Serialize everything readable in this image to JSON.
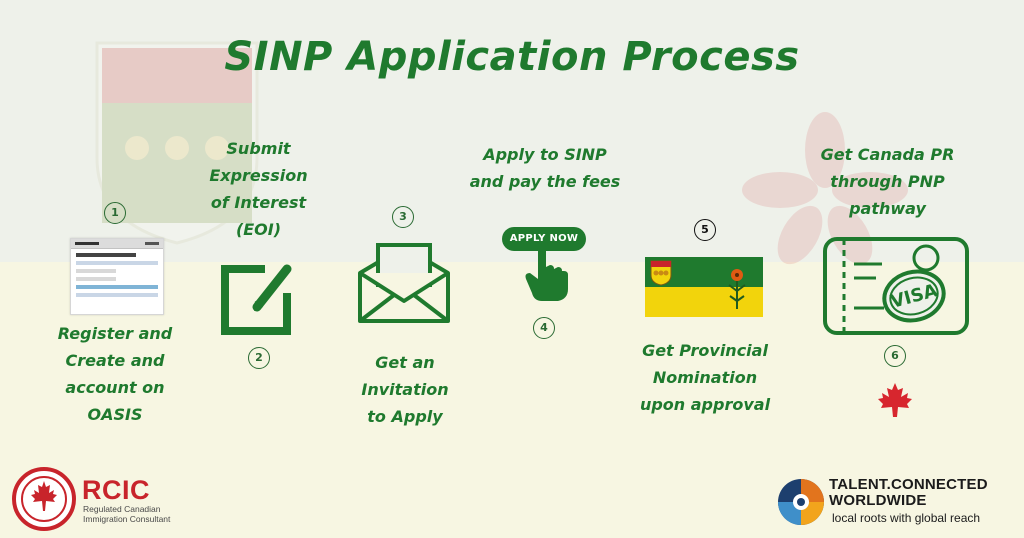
{
  "title": "SINP Application Process",
  "colors": {
    "accent": "#1f7a2e",
    "flag_green": "#1f7a2e",
    "flag_yellow": "#f2d40c",
    "red": "#c8242b"
  },
  "steps": [
    {
      "number": "1",
      "lines": [
        "Register and",
        "Create and",
        "account on",
        "OASIS"
      ],
      "icon": "oasis-screenshot"
    },
    {
      "number": "2",
      "lines": [
        "Submit",
        "Expression",
        "of Interest",
        "(EOI)"
      ],
      "icon": "edit-icon"
    },
    {
      "number": "3",
      "lines": [
        "Get an",
        "Invitation",
        "to Apply"
      ],
      "icon": "envelope-icon"
    },
    {
      "number": "4",
      "lines": [
        "Apply to SINP",
        "and pay the fees"
      ],
      "icon": "apply-now-button",
      "button_label": "APPLY NOW"
    },
    {
      "number": "5",
      "lines": [
        "Get Provincial",
        "Nomination",
        "upon approval"
      ],
      "icon": "saskatchewan-flag"
    },
    {
      "number": "6",
      "lines": [
        "Get Canada PR",
        "through PNP",
        "pathway"
      ],
      "icon": "visa-stamp-icon",
      "stamp_text": "VISA"
    }
  ],
  "logos": {
    "rcic": {
      "name": "RCIC",
      "subtitle_lines": [
        "Regulated Canadian",
        "Immigration Consultant"
      ]
    },
    "talent": {
      "name_lines": [
        "TALENT.CONNECTED",
        "WORLDWIDE"
      ],
      "tagline": "local roots with global reach"
    }
  }
}
